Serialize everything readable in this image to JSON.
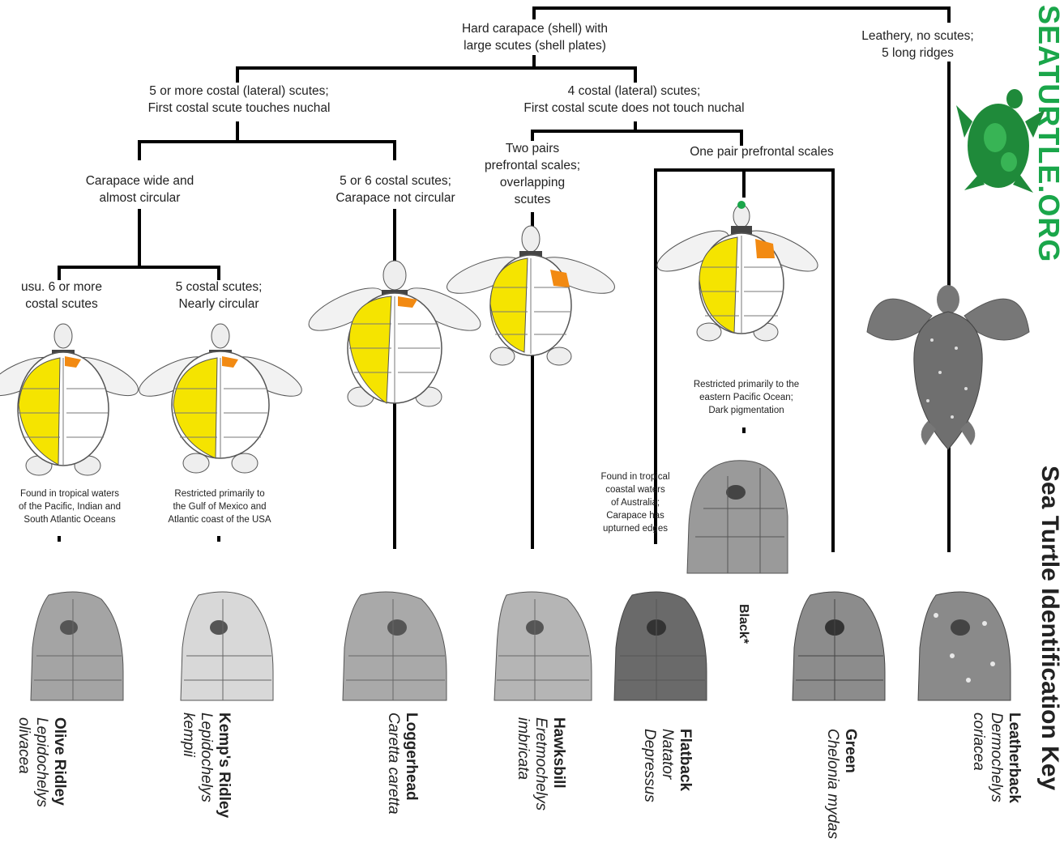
{
  "brand": "SEATURTLE.ORG",
  "title": "Sea Turtle Identification Key",
  "nodes": {
    "hard": "Hard carapace (shell) with\nlarge scutes (shell plates)",
    "leathery": "Leathery, no scutes;\n5 long ridges",
    "five_costal": "5 or more costal (lateral) scutes;\nFirst costal scute touches nuchal",
    "four_costal": "4 costal (lateral) scutes;\nFirst costal scute does not touch nuchal",
    "wide_circular": "Carapace wide and\nalmost circular",
    "five_six": "5 or 6 costal scutes;\nCarapace not circular",
    "two_pairs": "Two pairs\nprefrontal scales;\noverlapping\nscutes",
    "one_pair": "One pair prefrontal scales",
    "usu_six": "usu. 6 or more\ncostal scutes",
    "five_costal_circular": "5 costal scutes;\nNearly circular"
  },
  "notes": {
    "olive": "Found in tropical waters\nof the Pacific, Indian and\nSouth Atlantic Oceans",
    "kemps": "Restricted primarily to\nthe Gulf of Mexico and\nAtlantic coast of the USA",
    "black": "Restricted primarily to the\neastern Pacific Ocean;\nDark pigmentation",
    "flatback": "Found in tropical\ncoastal waters\nof Australia;\nCarapace has\nupturned edges"
  },
  "species": [
    {
      "common": "Olive Ridley",
      "sci1": "Lepidochelys",
      "sci2": "olivacea"
    },
    {
      "common": "Kemp's Ridley",
      "sci1": "Lepidochelys",
      "sci2": "kempii"
    },
    {
      "common": "Loggerhead",
      "sci1": "Caretta caretta",
      "sci2": ""
    },
    {
      "common": "Hawksbill",
      "sci1": "Eretmochelys",
      "sci2": "imbricata"
    },
    {
      "common": "Flatback",
      "sci1": "Natator",
      "sci2": "Depressus"
    },
    {
      "common": "Green",
      "sci1": "Chelonia mydas",
      "sci2": ""
    },
    {
      "common": "Leatherback",
      "sci1": "Dermochelys",
      "sci2": "coriacea"
    }
  ],
  "black_label": "Black*",
  "colors": {
    "costal": "#f5e400",
    "nuchal": "#f28a12",
    "brand": "#1aa64a",
    "line": "#000000"
  }
}
